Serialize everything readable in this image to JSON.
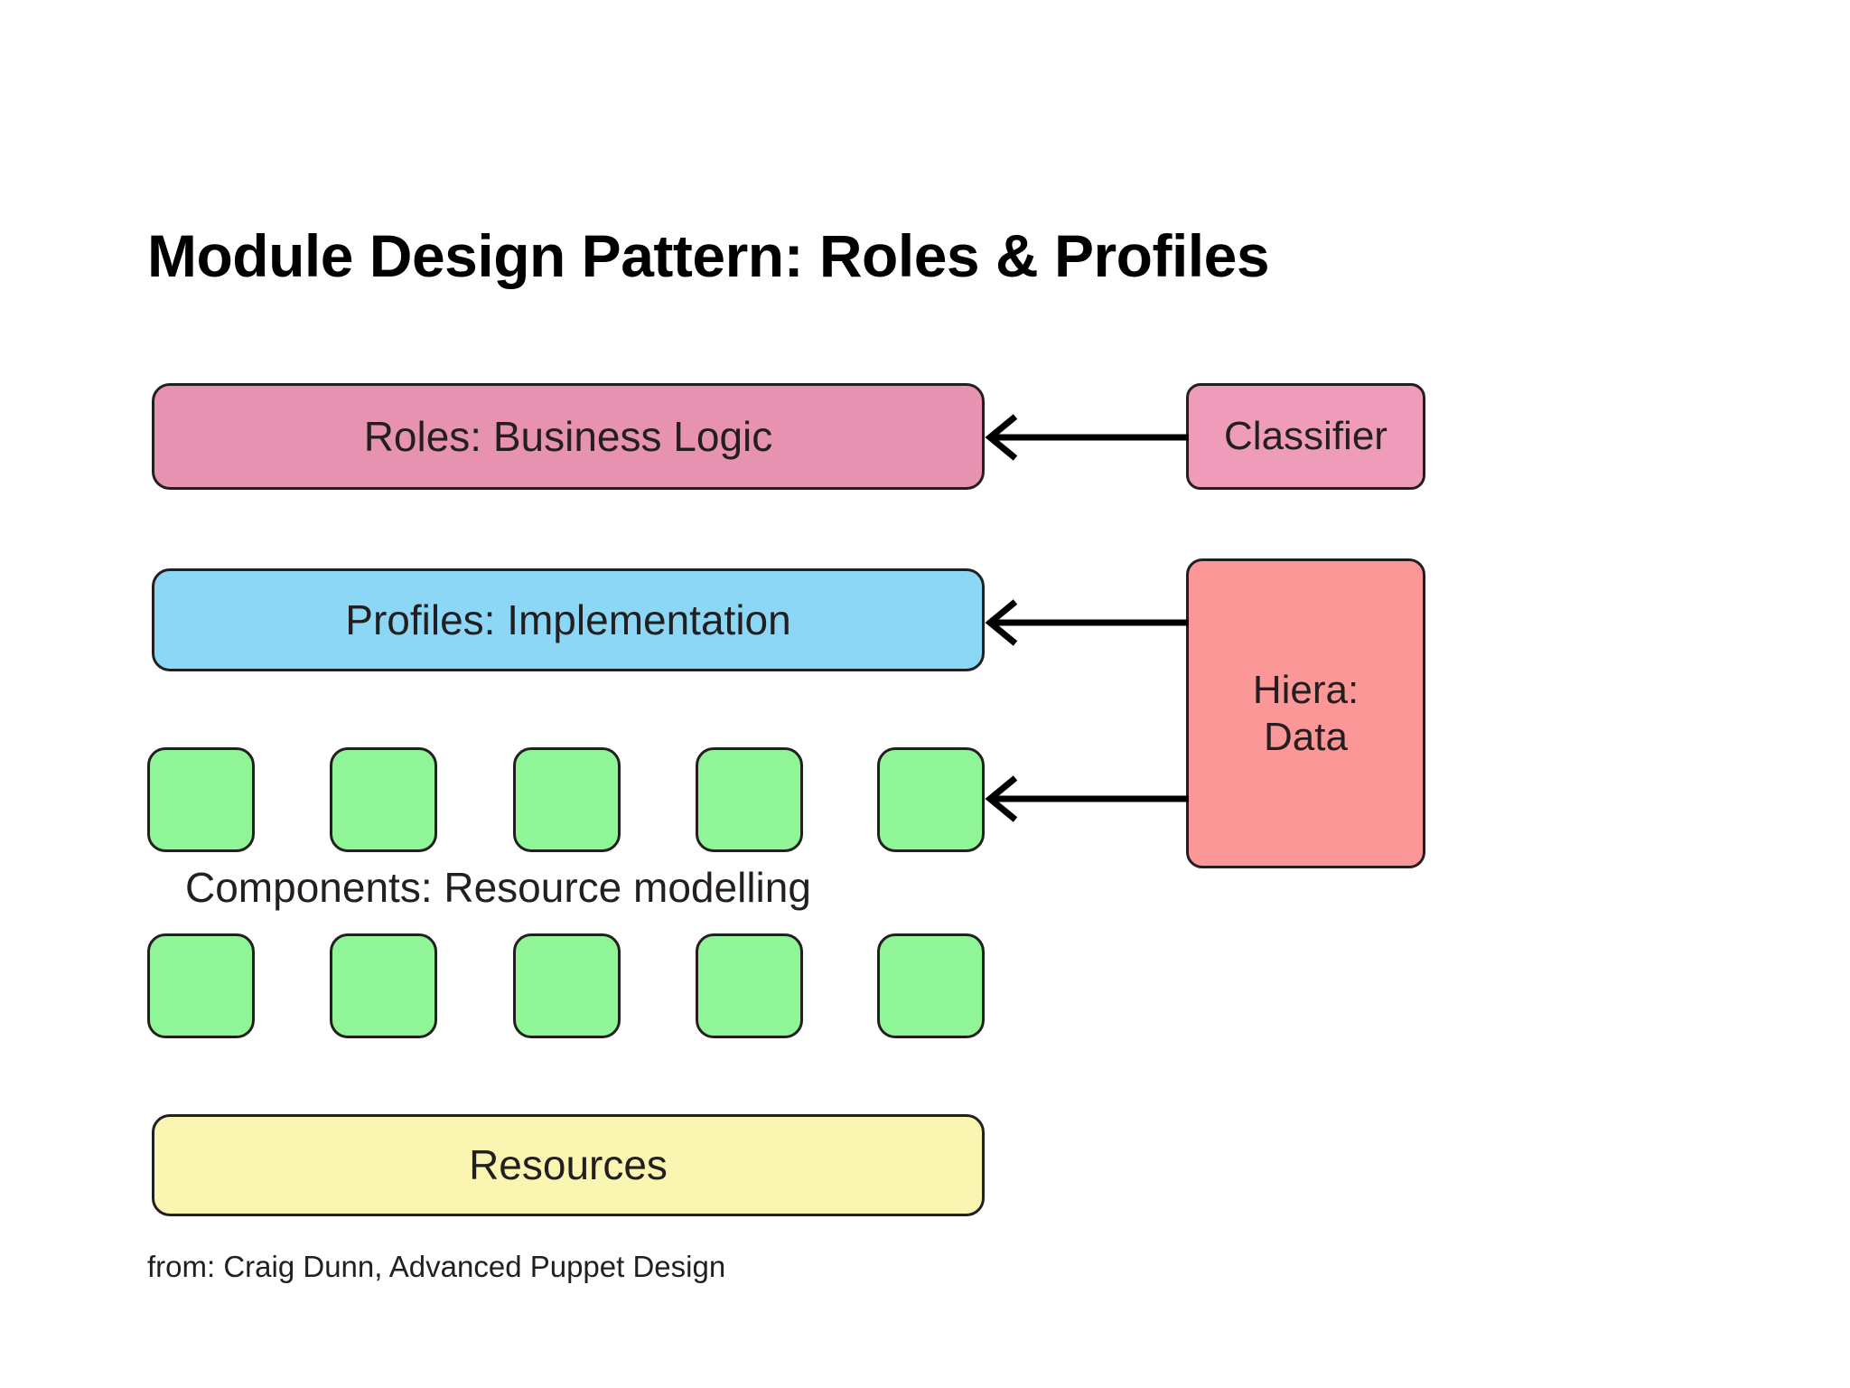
{
  "slide": {
    "title": "Module Design Pattern:  Roles & Profiles",
    "credit": "from:  Craig Dunn, Advanced Puppet Design",
    "background_color": "#ffffff"
  },
  "diagram": {
    "type": "layered-block-diagram",
    "layers": [
      {
        "id": "roles",
        "label": "Roles:  Business Logic",
        "color": "#e892b2",
        "border_color": "#231f20"
      },
      {
        "id": "profiles",
        "label": "Profiles:  Implementation",
        "color": "#8bd7f5",
        "border_color": "#231f20"
      },
      {
        "id": "components",
        "label": "Components:  Resource modelling",
        "color": "#90f596",
        "border_color": "#231f20"
      },
      {
        "id": "resources",
        "label": "Resources",
        "color": "#faf5b0",
        "border_color": "#231f20"
      }
    ],
    "side_nodes": [
      {
        "id": "classifier",
        "label": "Classifier",
        "color": "#ee9cba",
        "border_color": "#231f20"
      },
      {
        "id": "hiera",
        "label": "Hiera:\nData",
        "color": "#fc9797",
        "border_color": "#231f20"
      }
    ],
    "component_squares": {
      "color": "#90f596",
      "border_color": "#231f20",
      "rows": 2,
      "columns": 5,
      "total": 10
    },
    "arrows": [
      {
        "id": "classifier-to-roles",
        "from": "classifier",
        "to": "roles",
        "direction": "left",
        "color": "#000000"
      },
      {
        "id": "hiera-to-profiles",
        "from": "hiera",
        "to": "profiles",
        "direction": "left",
        "color": "#000000"
      },
      {
        "id": "hiera-to-components",
        "from": "hiera",
        "to": "components",
        "direction": "left",
        "color": "#000000"
      }
    ]
  }
}
